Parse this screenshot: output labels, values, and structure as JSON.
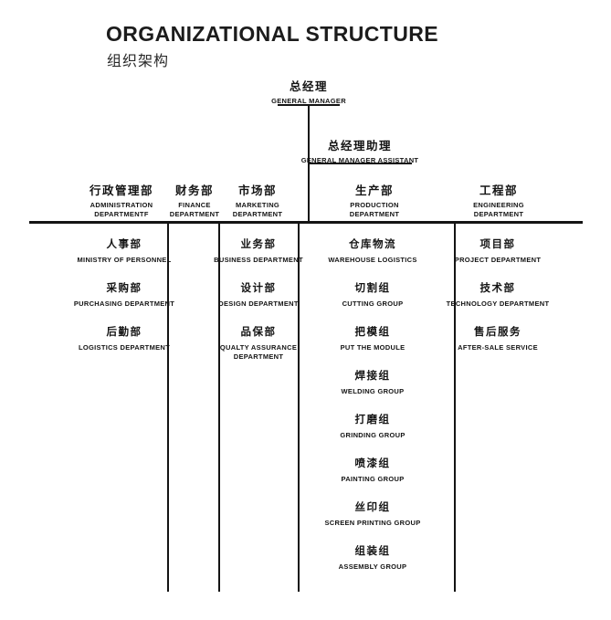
{
  "page": {
    "title": "ORGANIZATIONAL STRUCTURE",
    "subtitle": "组织架构"
  },
  "colors": {
    "background": "#ffffff",
    "text": "#1a1a1a",
    "line": "#141414"
  },
  "org": {
    "general_manager": {
      "cn": "总经理",
      "en": "GENERAL MANAGER"
    },
    "assistant": {
      "cn": "总经理助理",
      "en": "GENERAL MANAGER ASSISTANT"
    },
    "departments": [
      {
        "cn": "行政管理部",
        "en_line1": "ADMINISTRATION",
        "en_line2": "DEPARTMENTF",
        "items": [
          {
            "cn": "人事部",
            "en": "MINISTRY OF PERSONNEL"
          },
          {
            "cn": "采购部",
            "en": "PURCHASING DEPARTMENT"
          },
          {
            "cn": "后勤部",
            "en": "LOGISTICS DEPARTMENT"
          }
        ]
      },
      {
        "cn": "财务部",
        "en_line1": "FINANCE",
        "en_line2": "DEPARTMENT",
        "items": []
      },
      {
        "cn": "市场部",
        "en_line1": "MARKETING",
        "en_line2": "DEPARTMENT",
        "items": [
          {
            "cn": "业务部",
            "en": "BUSINESS DEPARTMENT"
          },
          {
            "cn": "设计部",
            "en": "DESIGN DEPARTMENT"
          },
          {
            "cn": "品保部",
            "en": "QUALTY ASSURANCE",
            "en2": "DEPARTMENT"
          }
        ]
      },
      {
        "cn": "生产部",
        "en_line1": "PRODUCTION",
        "en_line2": "DEPARTMENT",
        "items": [
          {
            "cn": "仓库物流",
            "en": "WAREHOUSE LOGISTICS"
          },
          {
            "cn": "切割组",
            "en": "CUTTING GROUP"
          },
          {
            "cn": "把模组",
            "en": "PUT THE MODULE"
          },
          {
            "cn": "焊接组",
            "en": "WELDING GROUP"
          },
          {
            "cn": "打磨组",
            "en": "GRINDING GROUP"
          },
          {
            "cn": "喷漆组",
            "en": "PAINTING GROUP"
          },
          {
            "cn": "丝印组",
            "en": "SCREEN PRINTING GROUP"
          },
          {
            "cn": "组装组",
            "en": "ASSEMBLY GROUP"
          }
        ]
      },
      {
        "cn": "工程部",
        "en_line1": "ENGINEERING",
        "en_line2": "DEPARTMENT",
        "items": [
          {
            "cn": "项目部",
            "en": "PROJECT DEPARTMENT"
          },
          {
            "cn": "技术部",
            "en": "TECHNOLOGY DEPARTMENT"
          },
          {
            "cn": "售后服务",
            "en": "AFTER-SALE SERVICE"
          }
        ]
      }
    ]
  }
}
